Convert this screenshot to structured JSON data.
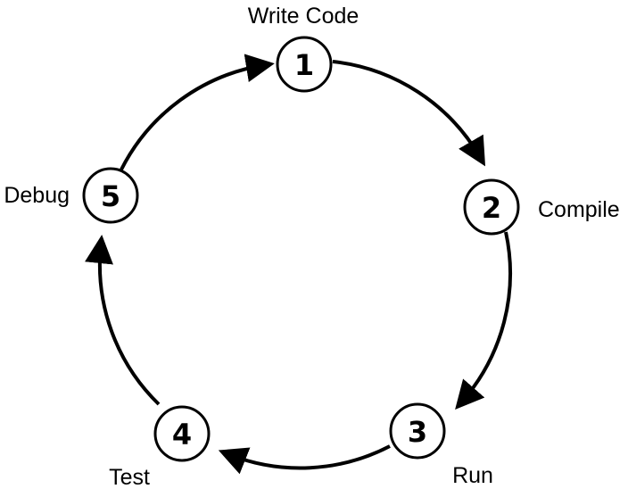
{
  "diagram": {
    "colors": {
      "stroke": "#000000",
      "fill": "#ffffff"
    },
    "steps": [
      {
        "number": "1",
        "label": "Write Code"
      },
      {
        "number": "2",
        "label": "Compile"
      },
      {
        "number": "3",
        "label": "Run"
      },
      {
        "number": "4",
        "label": "Test"
      },
      {
        "number": "5",
        "label": "Debug"
      }
    ]
  }
}
